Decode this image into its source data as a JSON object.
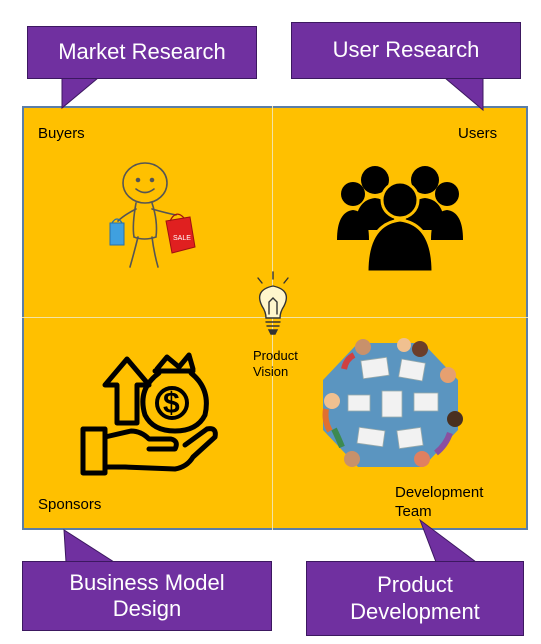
{
  "callouts": {
    "market_research": "Market Research",
    "user_research": "User Research",
    "business_model_design_line1": "Business Model",
    "business_model_design_line2": "Design",
    "product_development_line1": "Product",
    "product_development_line2": "Development"
  },
  "quadrants": {
    "buyers": "Buyers",
    "users": "Users",
    "sponsors": "Sponsors",
    "development_team_line1": "Development",
    "development_team_line2": "Team"
  },
  "center": {
    "line1": "Product",
    "line2": "Vision"
  },
  "icons": {
    "buyers": "shopper-icon",
    "users": "user-group-icon",
    "sponsors": "money-hand-icon",
    "development_team": "team-table-icon",
    "vision": "lightbulb-icon"
  },
  "colors": {
    "quadrant_fill": "#FFC000",
    "callout_fill": "#7030A0",
    "border": "#5B7EA8"
  }
}
